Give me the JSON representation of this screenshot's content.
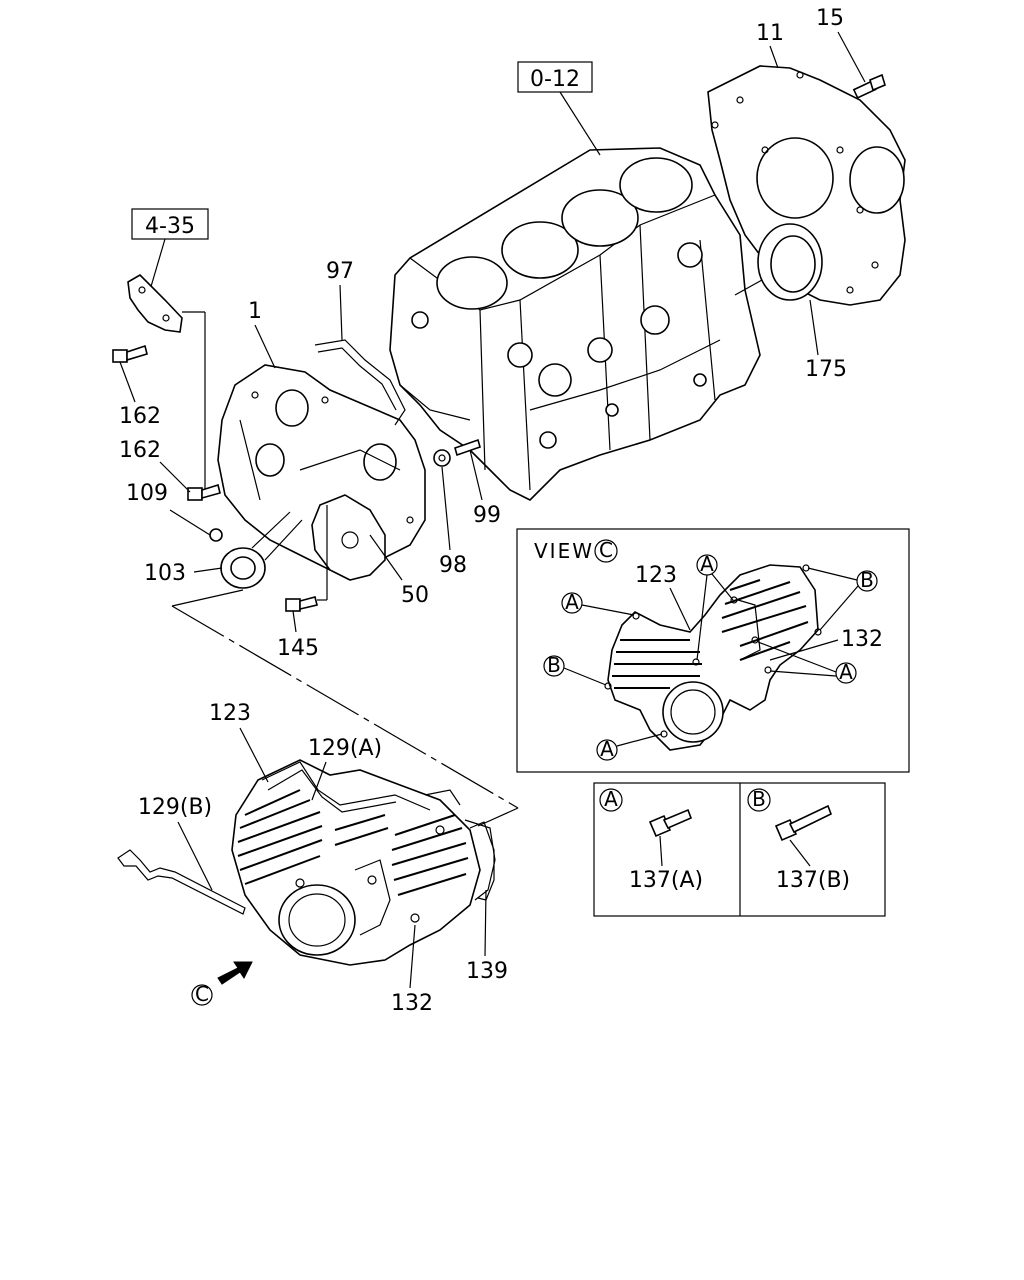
{
  "refs": {
    "block": "0-12",
    "bracket": "4-35"
  },
  "labels": {
    "p11": "11",
    "p15": "15",
    "p175": "175",
    "p97": "97",
    "p1": "1",
    "p162a": "162",
    "p162b": "162",
    "p109": "109",
    "p103": "103",
    "p145": "145",
    "p50": "50",
    "p98": "98",
    "p99": "99",
    "p123": "123",
    "p129a": "129(A)",
    "p129b": "129(B)",
    "p132": "132",
    "p139": "139"
  },
  "view_c": {
    "title": "VIEW",
    "marker": "C",
    "p123": "123",
    "p132": "132",
    "circle_a": "A",
    "circle_b": "B"
  },
  "legend": {
    "a_marker": "A",
    "b_marker": "B",
    "a_part": "137(A)",
    "b_part": "137(B)"
  },
  "view_arrow_marker": "C"
}
